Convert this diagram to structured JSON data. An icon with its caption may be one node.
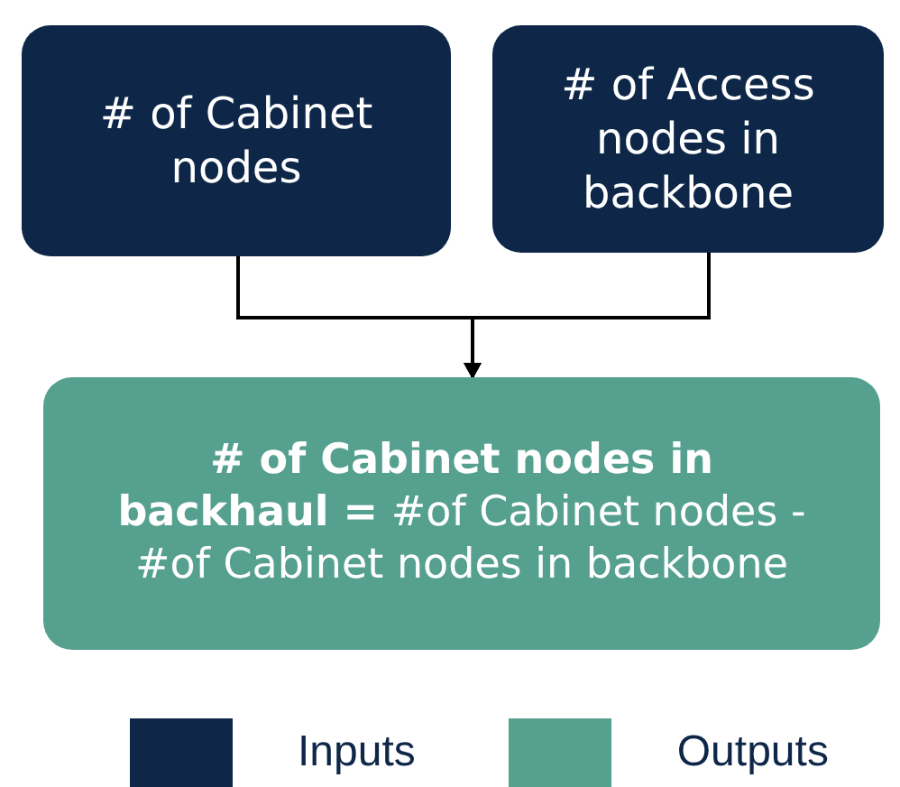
{
  "diagram": {
    "nodes": [
      {
        "text": [
          "# of Cabinet nodes"
        ]
      },
      {
        "text": [
          "# of Access nodes in backbone"
        ]
      },
      {
        "text": [
          "**# of Cabinet nodes in backhaul =** #of Cabinet nodes - #of Cabinet nodes in backbone"
        ]
      }
    ],
    "edges": [
      {
        "from": 0,
        "to": 2,
        "arrow": "to"
      },
      {
        "from": 1,
        "to": 2,
        "arrow": "to"
      }
    ],
    "legend": [
      {
        "text": "Inputs",
        "color": "#0e2749"
      },
      {
        "text": "Outputs",
        "color": "#55a08e"
      }
    ]
  }
}
